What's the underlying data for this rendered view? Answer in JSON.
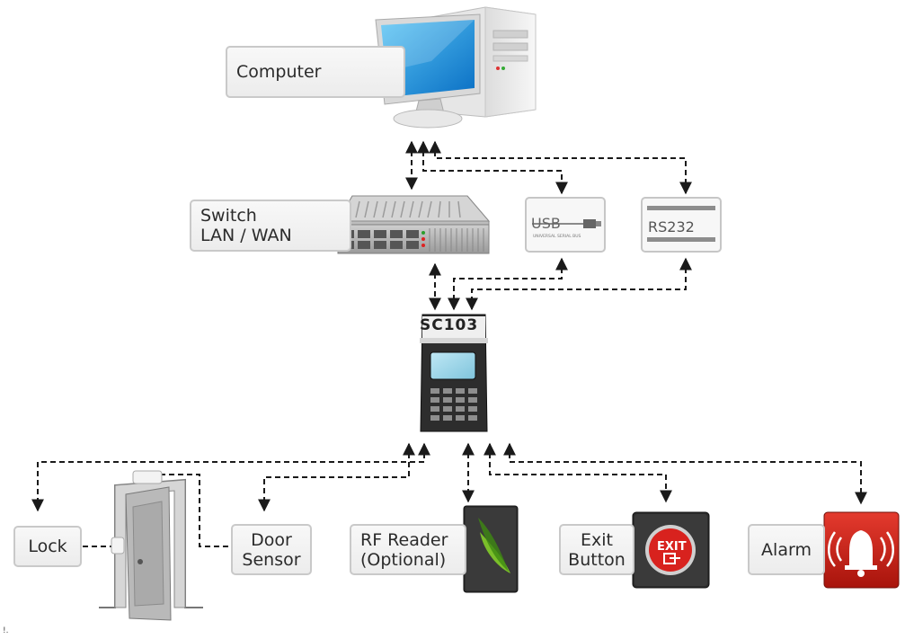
{
  "labels": {
    "computer": "Computer",
    "switch_line1": "Switch",
    "switch_line2": "LAN / WAN",
    "lock": "Lock",
    "door_sensor_line1": "Door",
    "door_sensor_line2": "Sensor",
    "rf_reader_line1": "RF Reader",
    "rf_reader_line2": "(Optional)",
    "exit_button_line1": "Exit",
    "exit_button_line2": "Button",
    "alarm": "Alarm"
  },
  "devices": {
    "controller_model": "SC103",
    "usb_logo": "USB",
    "usb_caption": "UNIVERSAL SERIAL BUS",
    "rs232_label": "RS232",
    "exit_button_text": "EXIT"
  },
  "icons": {
    "computer": "desktop-computer-icon",
    "switch": "network-switch-icon",
    "usb": "usb-port-icon",
    "rs232": "serial-port-icon",
    "controller": "access-controller-icon",
    "door": "door-icon",
    "rf_reader": "rf-reader-icon",
    "exit": "exit-button-icon",
    "alarm": "alarm-bell-icon"
  },
  "corner_mark": "!."
}
